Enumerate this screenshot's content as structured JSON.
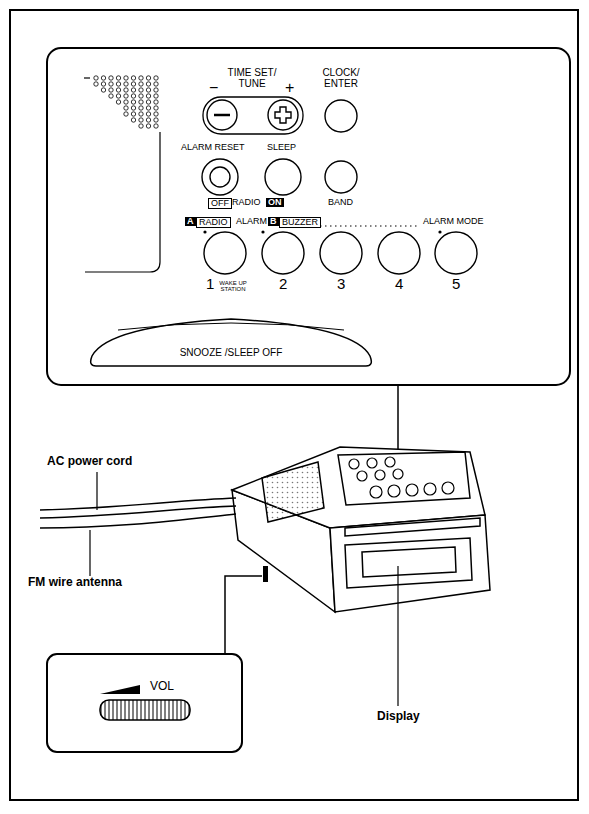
{
  "diagram": {
    "nodes": [
      {
        "text": [
          "SNOOZE /SLEEP OFF"
        ]
      }
    ],
    "labels": [
      "TIME SET/ TUNE",
      "−",
      "+",
      "CLOCK/ ENTER",
      "ALARM RESET",
      "SLEEP",
      "OFF",
      "RADIO",
      "ON",
      "BAND",
      "A",
      "RADIO",
      "ALARM",
      "B",
      "BUZZER",
      "ALARM MODE",
      "1",
      "WAKE UP STATION",
      "2",
      "3",
      "4",
      "5",
      "AC power cord",
      "FM wire antenna",
      "VOL",
      "Display"
    ]
  }
}
